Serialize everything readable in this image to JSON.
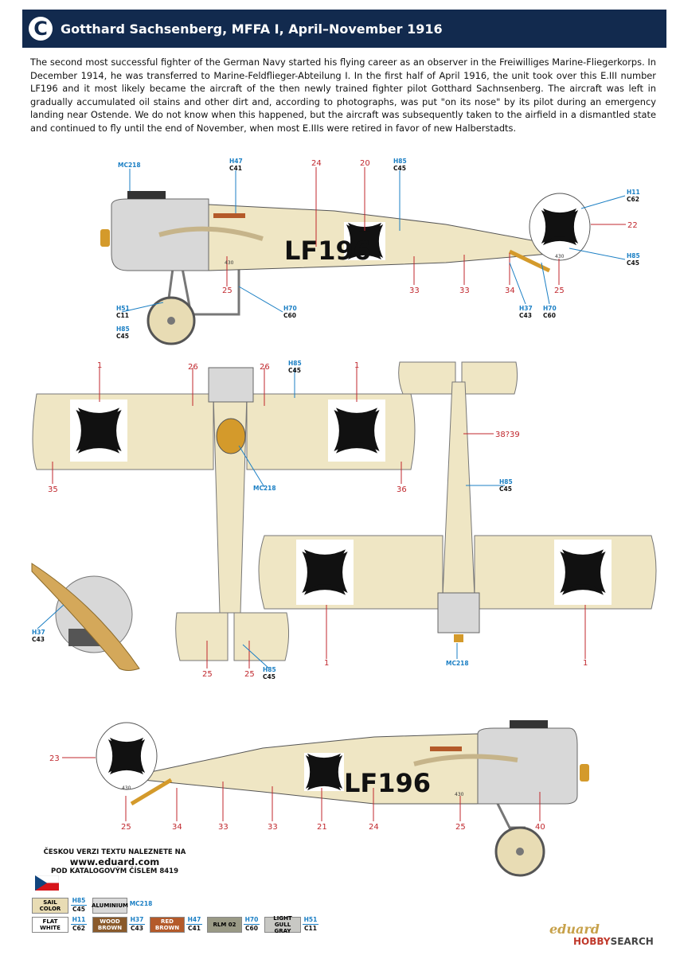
{
  "header": {
    "letter": "C",
    "title": "Gotthard Sachsenberg, MFFA I, April–November 1916"
  },
  "description": "The second most successful fighter of the German Navy started his flying career as an observer in the Freiwilliges Marine-Fliegerkorps. In December 1914, he was transferred to Marine-Feldflieger-Abteilung I. In the first half of April 1916, the unit took over this E.III number LF196 and it most likely became the aircraft of the then newly trained fighter pilot Gotthard Sachnsenberg. The aircraft was left in gradually accumulated oil stains and other dirt and, according to photographs, was put \"on its nose\" by its pilot during an emergency landing near Ostende. We do not know when this happened, but the aircraft was subsequently taken to the airfield in a dismantled state and continued to fly until the end of November, when most E.IIIs were retired in favor of new Halberstadts.",
  "aircraft_code": "LF196",
  "stencil_number": "430",
  "numbers": {
    "n1": "1",
    "n20": "20",
    "n21": "21",
    "n22": "22",
    "n23": "23",
    "n24": "24",
    "n25": "25",
    "n26": "26",
    "n33": "33",
    "n34": "34",
    "n35": "35",
    "n36": "36",
    "n38": "38?39",
    "n40": "40"
  },
  "codes": {
    "mc218": "MC218",
    "h47": "H47",
    "c41": "C41",
    "h85": "H85",
    "c45": "C45",
    "h11": "H11",
    "c62": "C62",
    "h51": "H51",
    "c11": "C11",
    "h70": "H70",
    "c60": "C60",
    "h37": "H37",
    "c43": "C43"
  },
  "czech_note": {
    "line1": "ČESKOU VERZI TEXTU NALEZNETE NA",
    "url": "www.eduard.com",
    "line2": "POD KATALOGOVÝM ČÍSLEM 8419"
  },
  "legend": [
    {
      "label_a": "SAIL",
      "label_b": "COLOR",
      "color": "#e8dcb4",
      "top": "H85",
      "bottom": "C45"
    },
    {
      "label_a": "ALUMINIUM",
      "label_b": "",
      "color": "#d9d9d9",
      "top": "MC218",
      "bottom": ""
    },
    {
      "label_a": "FLAT",
      "label_b": "WHITE",
      "color": "#ffffff",
      "top": "H11",
      "bottom": "C62"
    },
    {
      "label_a": "WOOD",
      "label_b": "BROWN",
      "color": "#8a5a2b",
      "top": "H37",
      "bottom": "C43"
    },
    {
      "label_a": "RED",
      "label_b": "BROWN",
      "color": "#b45a2a",
      "top": "H47",
      "bottom": "C41"
    },
    {
      "label_a": "RLM 02",
      "label_b": "",
      "color": "#9a9a86",
      "top": "H70",
      "bottom": "C60"
    },
    {
      "label_a": "LIGHT GULL",
      "label_b": "GRAY",
      "color": "#c8c8c4",
      "top": "H51",
      "bottom": "C11"
    }
  ],
  "branding": {
    "eduard": "eduard",
    "hobby_a": "HOBBY",
    "hobby_b": "SEARCH"
  },
  "colors": {
    "header_bg": "#122a4e",
    "sail": "#efe6c4",
    "aluminium": "#d8d8d8",
    "callout_red": "#c0272d",
    "code_blue": "#1b7fc4"
  }
}
